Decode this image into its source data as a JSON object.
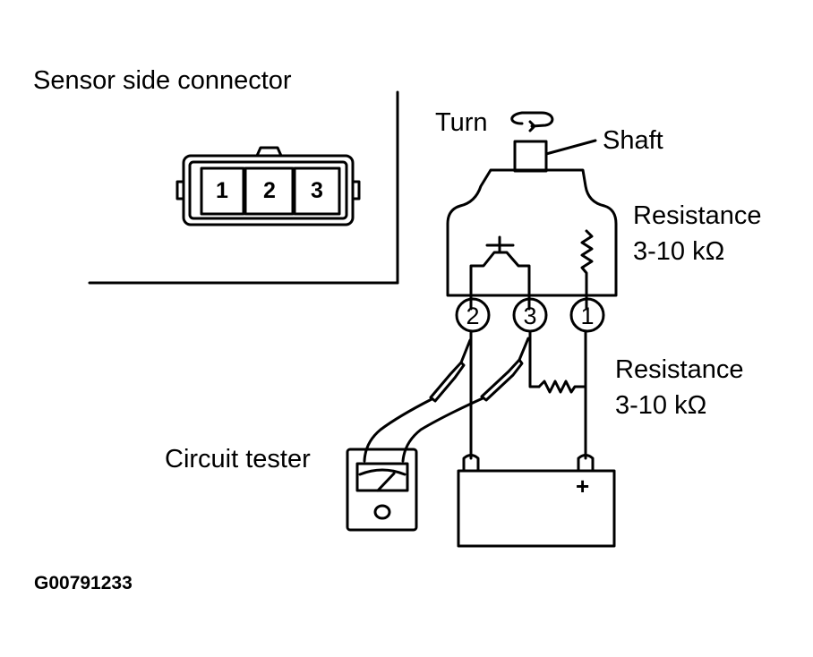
{
  "connector": {
    "title": "Sensor side connector",
    "pins": [
      "1",
      "2",
      "3"
    ]
  },
  "sensor": {
    "turn_label": "Turn",
    "shaft_label": "Shaft",
    "resistance_label": "Resistance",
    "resistance_value": "3-10 kΩ",
    "terminals": [
      "2",
      "3",
      "1"
    ]
  },
  "external": {
    "resistance_label": "Resistance",
    "resistance_value": "3-10 kΩ"
  },
  "tester": {
    "label": "Circuit tester"
  },
  "battery": {
    "plus": "+"
  },
  "figure_code": "G00791233"
}
